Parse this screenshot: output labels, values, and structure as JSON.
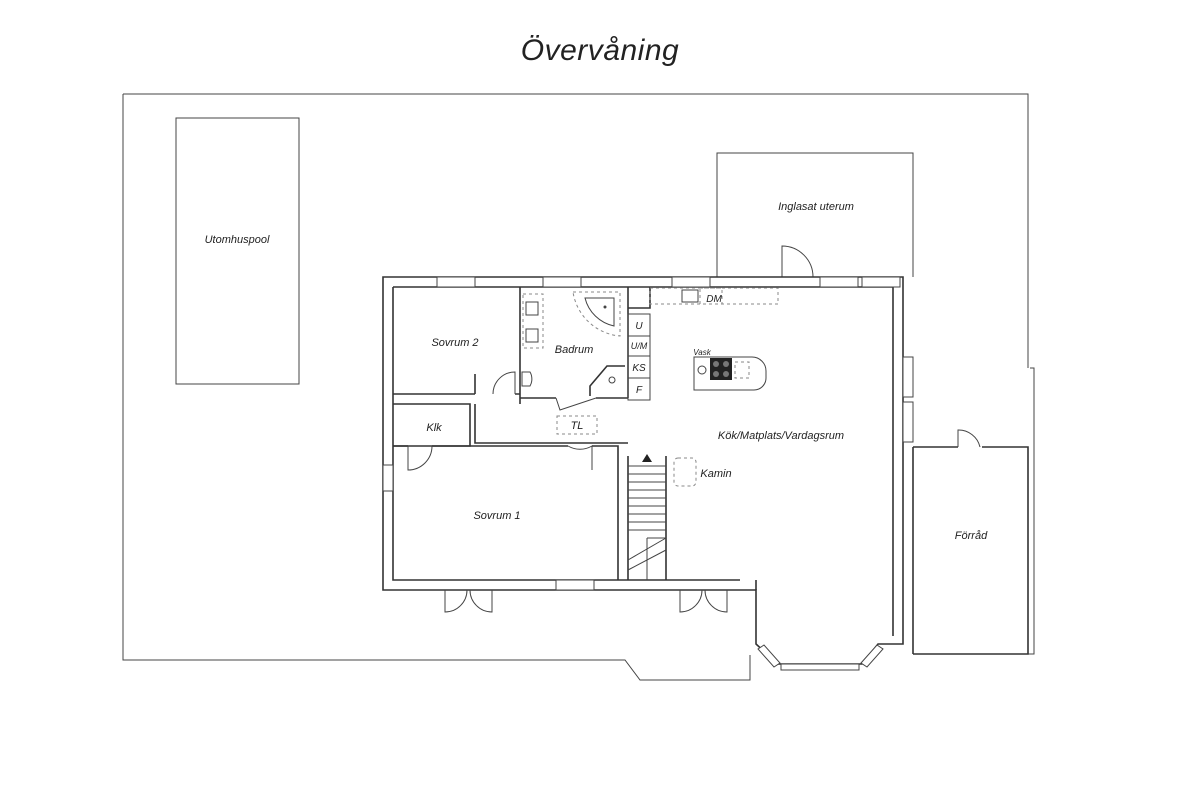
{
  "title": "Övervåning",
  "rooms": {
    "pool": "Utomhuspool",
    "uterum": "Inglasat uterum",
    "sovrum2": "Sovrum 2",
    "badrum": "Badrum",
    "klk": "Klk",
    "tl": "TL",
    "kok": "Kök/Matplats/Vardagsrum",
    "kamin": "Kamin",
    "sovrum1": "Sovrum 1",
    "forrad": "Förråd"
  },
  "fixtures": {
    "dm": "DM",
    "u": "U",
    "um": "U/M",
    "ks": "KS",
    "f": "F",
    "vask": "Vask"
  }
}
